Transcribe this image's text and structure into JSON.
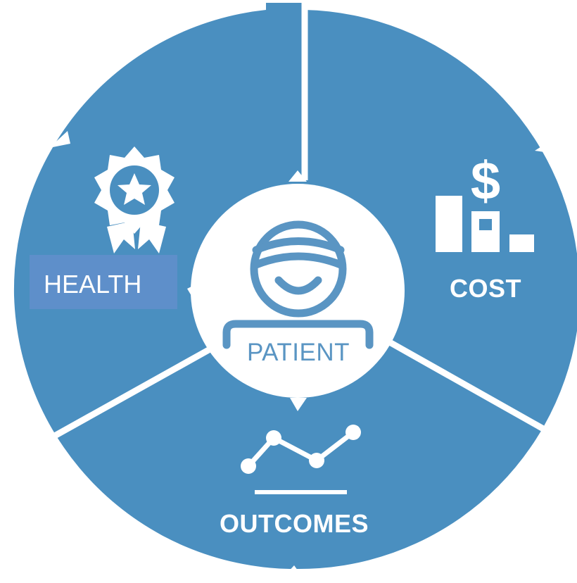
{
  "diagram": {
    "center": {
      "label": "PATIENT",
      "icon": "patient-icon"
    },
    "segments": [
      {
        "id": "health",
        "label": "HEALTH",
        "icon": "award-ribbon-icon"
      },
      {
        "id": "cost",
        "label": "COST",
        "icon": "dollar-bars-icon",
        "icon_symbol": "$"
      },
      {
        "id": "outcomes",
        "label": "OUTCOMES",
        "icon": "line-graph-icon"
      }
    ]
  },
  "colors": {
    "segment_fill": "#4a8fc0",
    "divider": "#ffffff",
    "center_fill": "#ffffff",
    "center_accent": "#5a95c3",
    "health_label_box": "#5e8fca"
  }
}
